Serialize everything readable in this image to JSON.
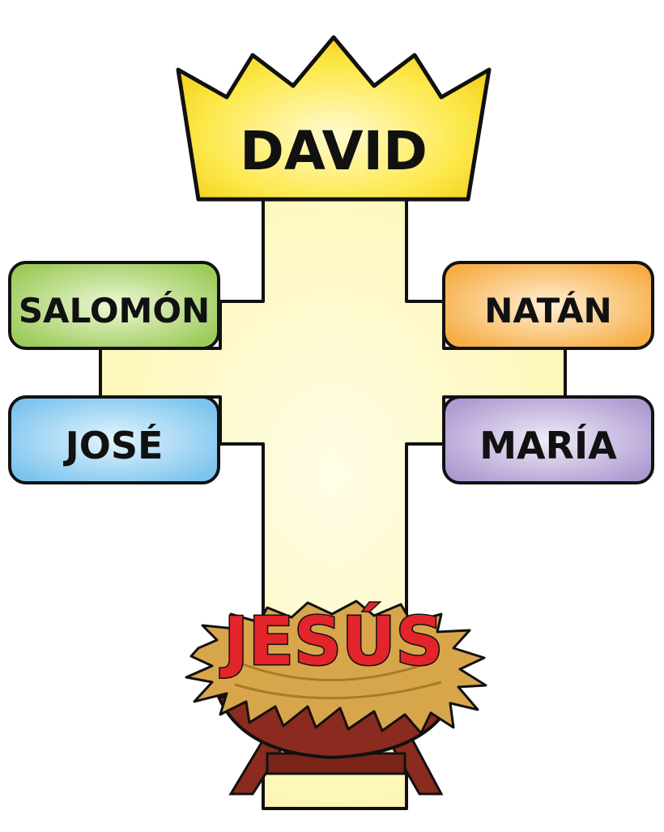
{
  "nodes": {
    "david": "DAVID",
    "salomon": "SALOMÓN",
    "natan": "NATÁN",
    "jose": "JOSÉ",
    "maria": "MARÍA",
    "jesus": "JESÚS"
  },
  "colors": {
    "crown": "#fde84a",
    "cross": "#fdf9c4",
    "salomon": "#a9d36a",
    "natan": "#f8b85a",
    "jose": "#8ecdf0",
    "maria": "#b9a8d6",
    "jesus": "#e3242b",
    "straw": "#d8a64a",
    "manger": "#8b2a1e",
    "outline": "#111111"
  },
  "icons": {
    "crown": "crown-icon",
    "manger": "manger-icon"
  }
}
